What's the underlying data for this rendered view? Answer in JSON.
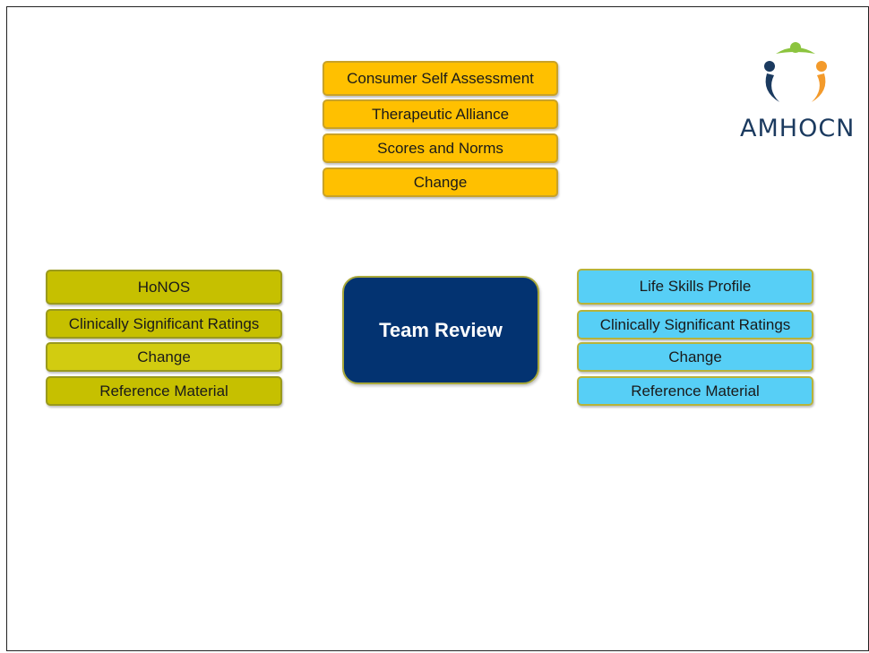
{
  "top_group": {
    "items": [
      "Consumer Self Assessment",
      "Therapeutic Alliance",
      "Scores and Norms",
      "Change"
    ],
    "color": "#ffc000"
  },
  "left_group": {
    "items": [
      "HoNOS",
      "Clinically  Significant Ratings",
      "Change",
      "Reference Material"
    ],
    "color": "#c6c000"
  },
  "right_group": {
    "items": [
      "Life Skills  Profile",
      "Clinically  Significant Ratings",
      "Change",
      "Reference Material"
    ],
    "color": "#57cff6"
  },
  "center": {
    "label": "Team Review",
    "color": "#033371"
  },
  "logo": {
    "text": "AMHOCN",
    "colors": [
      "#8cc43f",
      "#f39a2b",
      "#1b3a5f"
    ]
  }
}
